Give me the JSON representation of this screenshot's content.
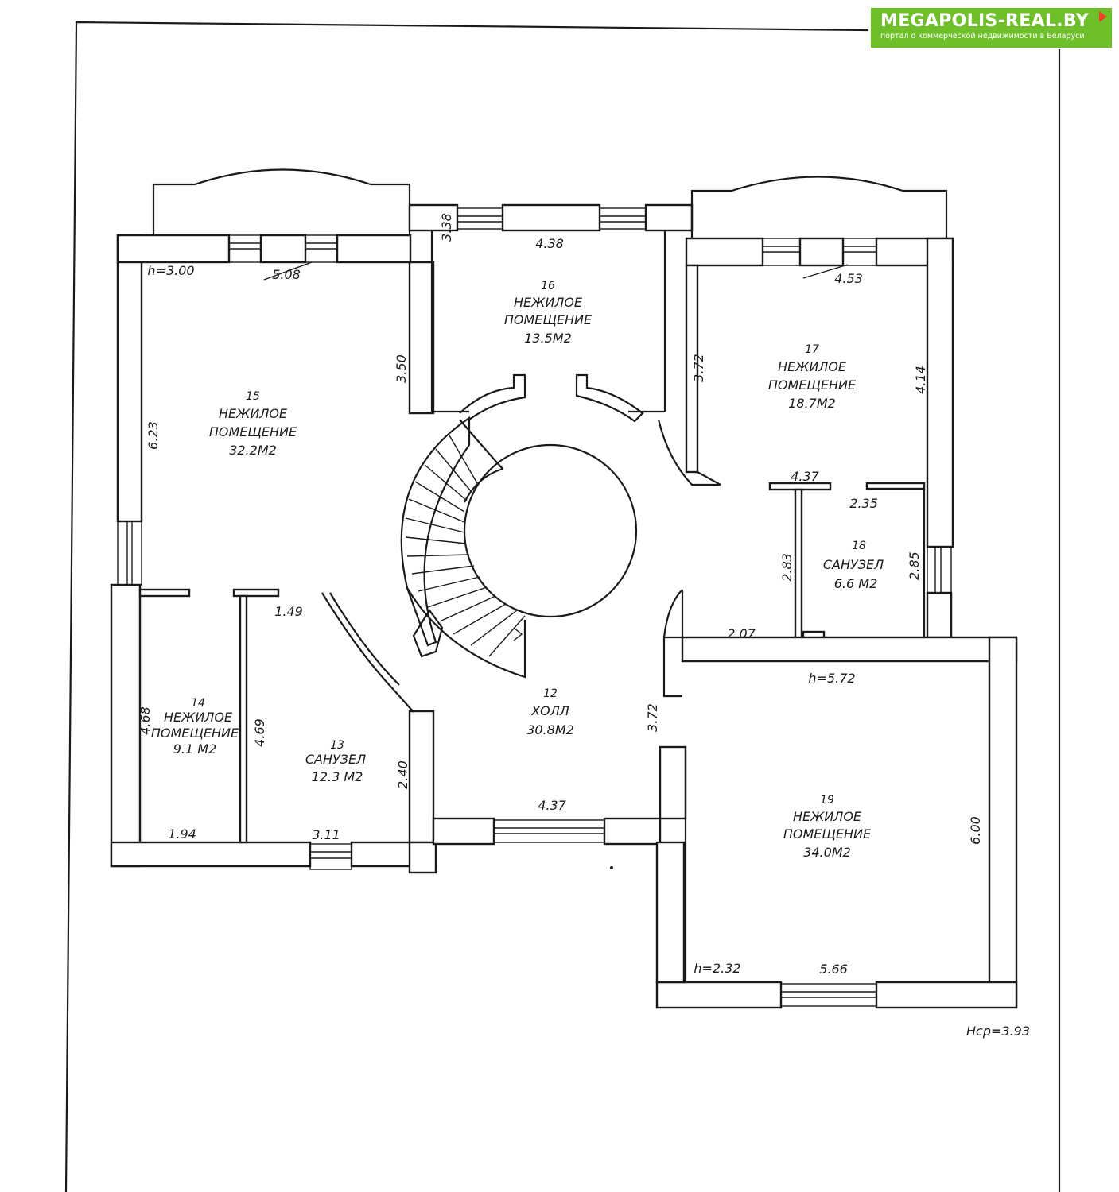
{
  "logo": {
    "title": "MEGAPOLIS-REAL.BY",
    "subtitle": "портал о коммерческой недвижимости в Беларуси",
    "color": "#6fbf2a",
    "accent": "#e8452a"
  },
  "rooms": [
    {
      "id": "15",
      "number": "15",
      "name1": "НЕЖИЛОЕ",
      "name2": "ПОМЕЩЕНИЕ",
      "area": "32.2М2"
    },
    {
      "id": "16",
      "number": "16",
      "name1": "НЕЖИЛОЕ",
      "name2": "ПОМЕЩЕНИЕ",
      "area": "13.5М2"
    },
    {
      "id": "17",
      "number": "17",
      "name1": "НЕЖИЛОЕ",
      "name2": "ПОМЕЩЕНИЕ",
      "area": "18.7М2"
    },
    {
      "id": "18",
      "number": "18",
      "name1": "САНУЗЕЛ",
      "name2": "",
      "area": "6.6 М2"
    },
    {
      "id": "14",
      "number": "14",
      "name1": "НЕЖИЛОЕ",
      "name2": "ПОМЕЩЕНИЕ",
      "area": "9.1 М2"
    },
    {
      "id": "13",
      "number": "13",
      "name1": "САНУЗЕЛ",
      "name2": "",
      "area": "12.3 М2"
    },
    {
      "id": "12",
      "number": "12",
      "name1": "ХОЛЛ",
      "name2": "",
      "area": "30.8М2"
    },
    {
      "id": "19",
      "number": "19",
      "name1": "НЕЖИЛОЕ",
      "name2": "ПОМЕЩЕНИЕ",
      "area": "34.0М2"
    }
  ],
  "dimensions": {
    "h300": "h=3.00",
    "d508": "5.08",
    "d438": "4.38",
    "d453": "4.53",
    "d338": "3.38",
    "d350": "3.50",
    "d372a": "3.72",
    "d414": "4.14",
    "d623": "6.23",
    "d437a": "4.37",
    "d235": "2.35",
    "d283": "2.83",
    "d285": "2.85",
    "d207": "2.07",
    "d149": "1.49",
    "h572": "h=5.72",
    "d372b": "3.72",
    "d468": "4.68",
    "d469": "4.69",
    "d240": "2.40",
    "d437b": "4.37",
    "d194": "1.94",
    "d311": "3.11",
    "d600": "6.00",
    "h232": "h=2.32",
    "d566": "5.66",
    "hcp": "Hср=3.93"
  }
}
